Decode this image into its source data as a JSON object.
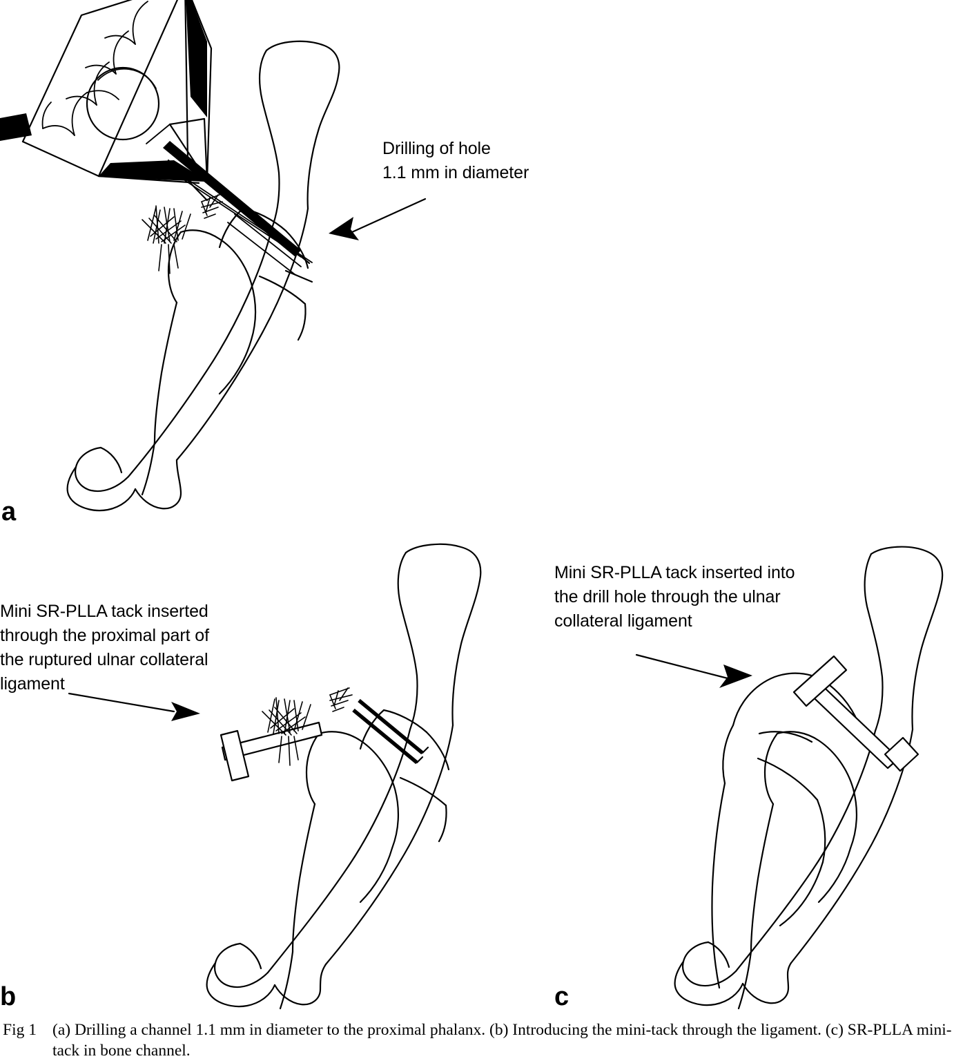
{
  "figure": {
    "id": "Fig 1",
    "type": "line-drawing",
    "subject": "Surgical technique for SR-PLLA mini-tack fixation of ruptured ulnar collateral ligament of the metacarpophalangeal joint of the thumb",
    "background_color": "#ffffff",
    "ink_color": "#000000",
    "panels": [
      {
        "letter": "a",
        "annotation": "Drilling of hole\n1.1 mm in diameter",
        "elements": [
          "hand-drill-chuck",
          "drill-bit",
          "proximal-phalanx",
          "metacarpal-head",
          "torn-ulnar-collateral-ligament-fibres",
          "drill-channel",
          "pointer-arrow"
        ]
      },
      {
        "letter": "b",
        "annotation": "Mini SR-PLLA tack inserted\nthrough the proximal part of\nthe ruptured ulnar collateral\nligament",
        "elements": [
          "mini-tack",
          "tack-head",
          "proximal-phalanx",
          "metacarpal-head",
          "torn-ulnar-collateral-ligament-fibres",
          "drill-channel",
          "pointer-arrow"
        ]
      },
      {
        "letter": "c",
        "annotation": "Mini SR-PLLA tack inserted into\nthe drill hole through the ulnar\ncollateral ligament",
        "elements": [
          "mini-tack-seated",
          "tack-head",
          "proximal-phalanx",
          "metacarpal-head",
          "reattached-ligament",
          "pointer-arrow"
        ]
      }
    ],
    "caption": {
      "label": "Fig 1",
      "text": "(a) Drilling a channel 1.1 mm in diameter to the proximal phalanx. (b) Introducing the mini-tack through the ligament. (c) SR-PLLA mini-tack in bone channel."
    }
  }
}
